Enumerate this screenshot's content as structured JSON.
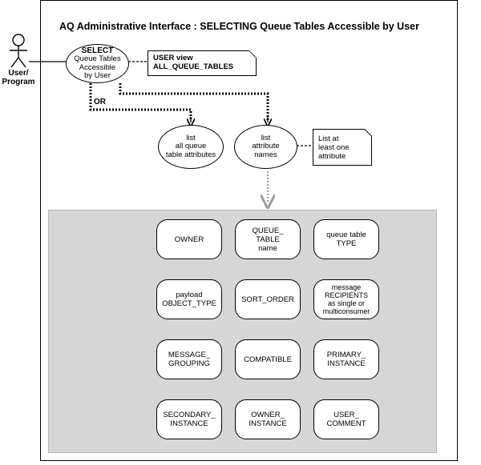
{
  "title": "AQ Administrative Interface : SELECTING Queue Tables Accessible by User",
  "actor": {
    "label_line1": "User/",
    "label_line2": "Program"
  },
  "select_ellipse": {
    "line1": "SELECT",
    "line2": "Queue Tables",
    "line3": "Accessible",
    "line4": "by User"
  },
  "view_note": {
    "line1": "USER view",
    "line2": "ALL_QUEUE_TABLES"
  },
  "or_label": "OR",
  "list_all_ellipse": {
    "line1": "list",
    "line2": "all queue",
    "line3": "table attributes"
  },
  "list_attr_ellipse": {
    "line1": "list",
    "line2": "attribute",
    "line3": "names"
  },
  "list_note": {
    "line1": "List at",
    "line2": "least one",
    "line3": "attribute"
  },
  "attributes": [
    "OWNER",
    "QUEUE_\nTABLE\nname",
    "queue table\nTYPE",
    "payload\nOBJECT_TYPE",
    "SORT_ORDER",
    "message\nRECIPIENTS\nas single or\nmulticonsumer",
    "MESSAGE_\nGROUPING",
    "COMPATIBLE",
    "PRIMARY_\nINSTANCE",
    "SECONDARY_\nINSTANCE",
    "OWNER_\nINSTANCE",
    "USER_\nCOMMENT"
  ]
}
